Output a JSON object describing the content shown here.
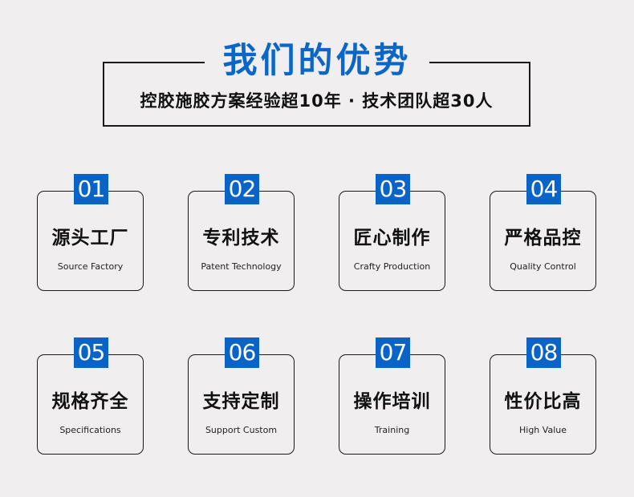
{
  "header": {
    "title": "我们的优势",
    "subtitle": "控胶施胶方案经验超10年 · 技术团队超30人"
  },
  "colors": {
    "accent": "#0a63c6",
    "background": "#f1eeef",
    "border": "#1a1a1a"
  },
  "cards": [
    {
      "number": "01",
      "title": "源头工厂",
      "subtitle": "Source Factory"
    },
    {
      "number": "02",
      "title": "专利技术",
      "subtitle": "Patent Technology"
    },
    {
      "number": "03",
      "title": "匠心制作",
      "subtitle": "Crafty Production"
    },
    {
      "number": "04",
      "title": "严格品控",
      "subtitle": "Quality Control"
    },
    {
      "number": "05",
      "title": "规格齐全",
      "subtitle": "Specifications"
    },
    {
      "number": "06",
      "title": "支持定制",
      "subtitle": "Support Custom"
    },
    {
      "number": "07",
      "title": "操作培训",
      "subtitle": "Training"
    },
    {
      "number": "08",
      "title": "性价比高",
      "subtitle": "High Value"
    }
  ]
}
